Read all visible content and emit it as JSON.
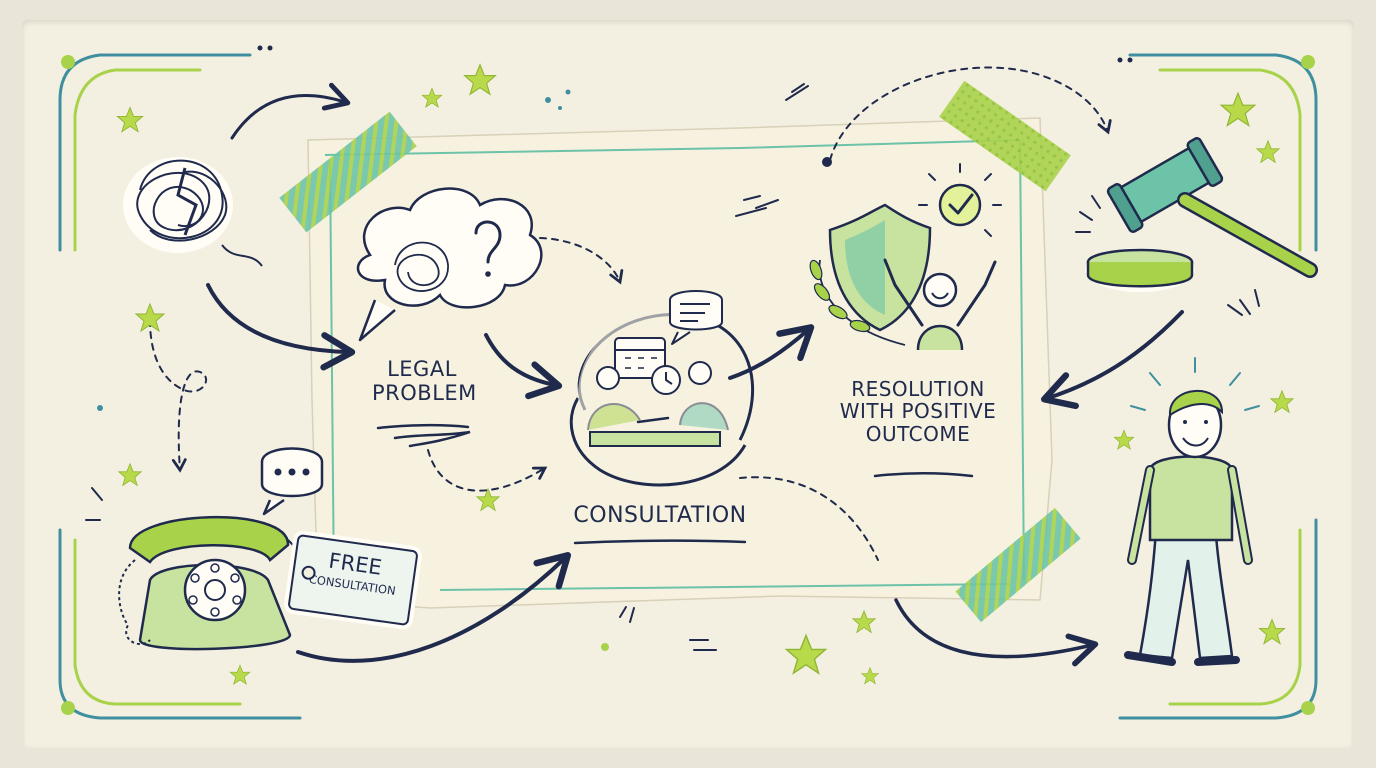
{
  "diagram": {
    "steps": [
      {
        "id": "legal-problem",
        "label_lines": [
          "LEGAL",
          "PROBLEM"
        ]
      },
      {
        "id": "consultation",
        "label_lines": [
          "CONSULTATION"
        ]
      },
      {
        "id": "resolution",
        "label_lines": [
          "RESOLUTION",
          "WITH POSITIVE",
          "OUTCOME"
        ]
      }
    ],
    "free_tag": {
      "line1": "FREE",
      "line2": "CONSULTATION"
    },
    "colors": {
      "ink": "#1f2a4d",
      "teal": "#4fb3a6",
      "lime": "#a8d24a",
      "paper": "#f4f0e1"
    }
  }
}
